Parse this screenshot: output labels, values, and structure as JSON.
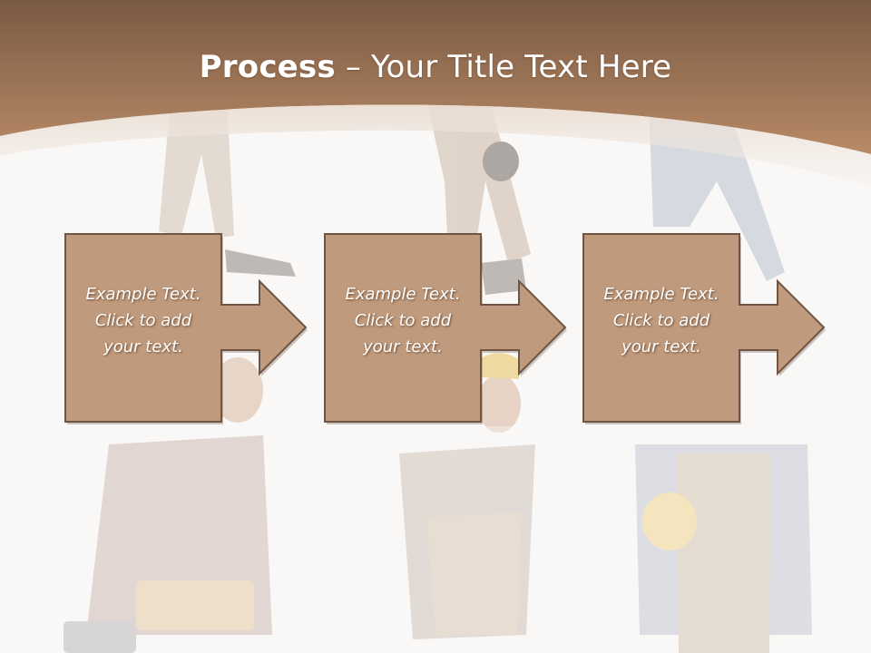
{
  "slide": {
    "title_bold": "Process",
    "title_separator": " – ",
    "title_rest": "Your Title Text Here"
  },
  "steps": [
    {
      "line1": "Example Text.",
      "line2": "Click  to add",
      "line3": "your text."
    },
    {
      "line1": "Example Text.",
      "line2": "Click  to add",
      "line3": "your text."
    },
    {
      "line1": "Example Text.",
      "line2": "Click  to add",
      "line3": "your text."
    }
  ],
  "colors": {
    "header_top": "#7a5a43",
    "header_bottom": "#b88a66",
    "box_fill": "#c09a7c",
    "box_stroke": "#6f5444"
  }
}
